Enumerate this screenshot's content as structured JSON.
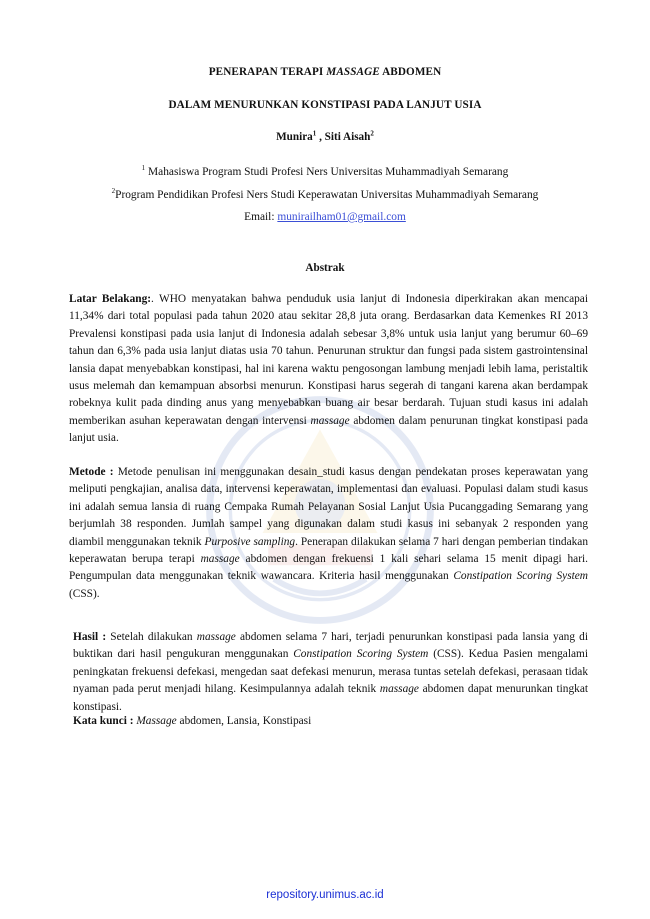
{
  "title": {
    "line1_a": "PENERAPAN TERAPI ",
    "line1_italic": "MASSAGE",
    "line1_b": " ABDOMEN",
    "line2": "DALAM MENURUNKAN  KONSTIPASI  PADA LANJUT USIA"
  },
  "authors": {
    "name1": "Munira",
    "sup1": "1",
    "sep": " , ",
    "name2": "Siti Aisah",
    "sup2": "2"
  },
  "affiliations": [
    {
      "sup": "1",
      "text": " Mahasiswa Program Studi Profesi Ners Universitas Muhammadiyah Semarang"
    },
    {
      "sup": "2",
      "text": "Program Pendidikan Profesi Ners Studi Keperawatan Universitas Muhammadiyah Semarang"
    }
  ],
  "email": {
    "label": "Email:  ",
    "address": "munirailham01@gmail.com"
  },
  "abstract_heading": "Abstrak",
  "sections": {
    "latar": {
      "label": "Latar Belakang:",
      "t1": ". WHO menyatakan bahwa penduduk usia lanjut di Indonesia diperkirakan akan mencapai 11,34% dari total populasi pada tahun 2020 atau sekitar 28,8 juta orang. Berdasarkan data Kemenkes RI 2013 Prevalensi konstipasi pada usia lanjut di Indonesia adalah sebesar 3,8% untuk usia lanjut yang berumur 60–69 tahun dan 6,3% pada usia lanjut diatas usia 70 tahun. Penurunan struktur dan fungsi pada sistem gastrointensinal lansia dapat menyebabkan konstipasi, hal ini karena waktu pengosongan lambung menjadi lebih lama, peristaltik usus melemah dan kemampuan absorbsi menurun.  Konstipasi harus segerah di tangani karena akan berdampak robeknya kulit pada dinding anus yang menyebabkan buang air besar berdarah. Tujuan studi kasus ini adalah memberikan asuhan keperawatan dengan intervensi ",
      "i1": "massage",
      "t2": " abdomen dalam penurunan tingkat konstipasi pada lanjut usia."
    },
    "metode": {
      "label": "Metode :",
      "t1": " Metode penulisan ini menggunakan desain_studi kasus dengan pendekatan proses keperawatan yang meliputi pengkajian, analisa data, intervensi keperawatan, implementasi dan evaluasi. Populasi dalam studi kasus ini adalah semua lansia  di ruang Cempaka Rumah Pelayanan Sosial Lanjut Usia Pucanggading Semarang yang berjumlah 38 responden. Jumlah sampel yang digunakan dalam studi kasus ini sebanyak 2 responden yang diambil menggunakan teknik ",
      "i1": "Purposive sampling",
      "t2": ". Penerapan dilakukan selama 7 hari dengan pemberian tindakan keperawatan berupa terapi ",
      "i2": "massage",
      "t3": " abdomen  dengan frekuensi 1 kali sehari selama 15 menit dipagi hari. Pengumpulan data menggunakan teknik wawancara. Kriteria hasil menggunakan ",
      "i3": "Constipation Scoring System",
      "t4": " (CSS)."
    },
    "hasil": {
      "label": "Hasil :",
      "t1": " Setelah dilakukan ",
      "i1": "massage",
      "t2": " abdomen selama 7 hari, terjadi penurunkan konstipasi pada lansia yang di buktikan dari hasil pengukuran menggunakan ",
      "i2": "Constipation Scoring System",
      "t3": " (CSS). Kedua Pasien mengalami peningkatan frekuensi defekasi, mengedan saat defekasi menurun, merasa tuntas setelah defekasi, perasaan tidak nyaman pada perut menjadi hilang. Kesimpulannya adalah teknik ",
      "i3": "massage",
      "t4": " abdomen dapat menurunkan tingkat konstipasi."
    },
    "kata_kunci": {
      "label": "Kata kunci :",
      "t0": " ",
      "i1": "Massage",
      "t1": " abdomen, Lansia, Konstipasi"
    }
  },
  "footer": "repository.unimus.ac.id"
}
